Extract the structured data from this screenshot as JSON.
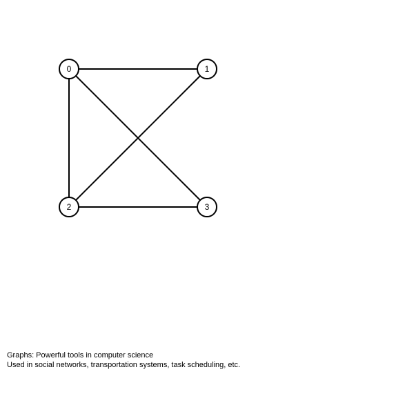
{
  "graph": {
    "nodes": [
      {
        "id": "0",
        "label": "0"
      },
      {
        "id": "1",
        "label": "1"
      },
      {
        "id": "2",
        "label": "2"
      },
      {
        "id": "3",
        "label": "3"
      }
    ],
    "edges": [
      [
        "0",
        "1"
      ],
      [
        "0",
        "2"
      ],
      [
        "0",
        "3"
      ],
      [
        "1",
        "2"
      ],
      [
        "2",
        "3"
      ]
    ]
  },
  "caption": {
    "line1": "Graphs: Powerful tools in computer science",
    "line2": "Used in social networks, transportation systems, task scheduling, etc."
  },
  "colors": {
    "stroke": "#000000",
    "node_fill": "#ffffff",
    "background": "#ffffff"
  }
}
